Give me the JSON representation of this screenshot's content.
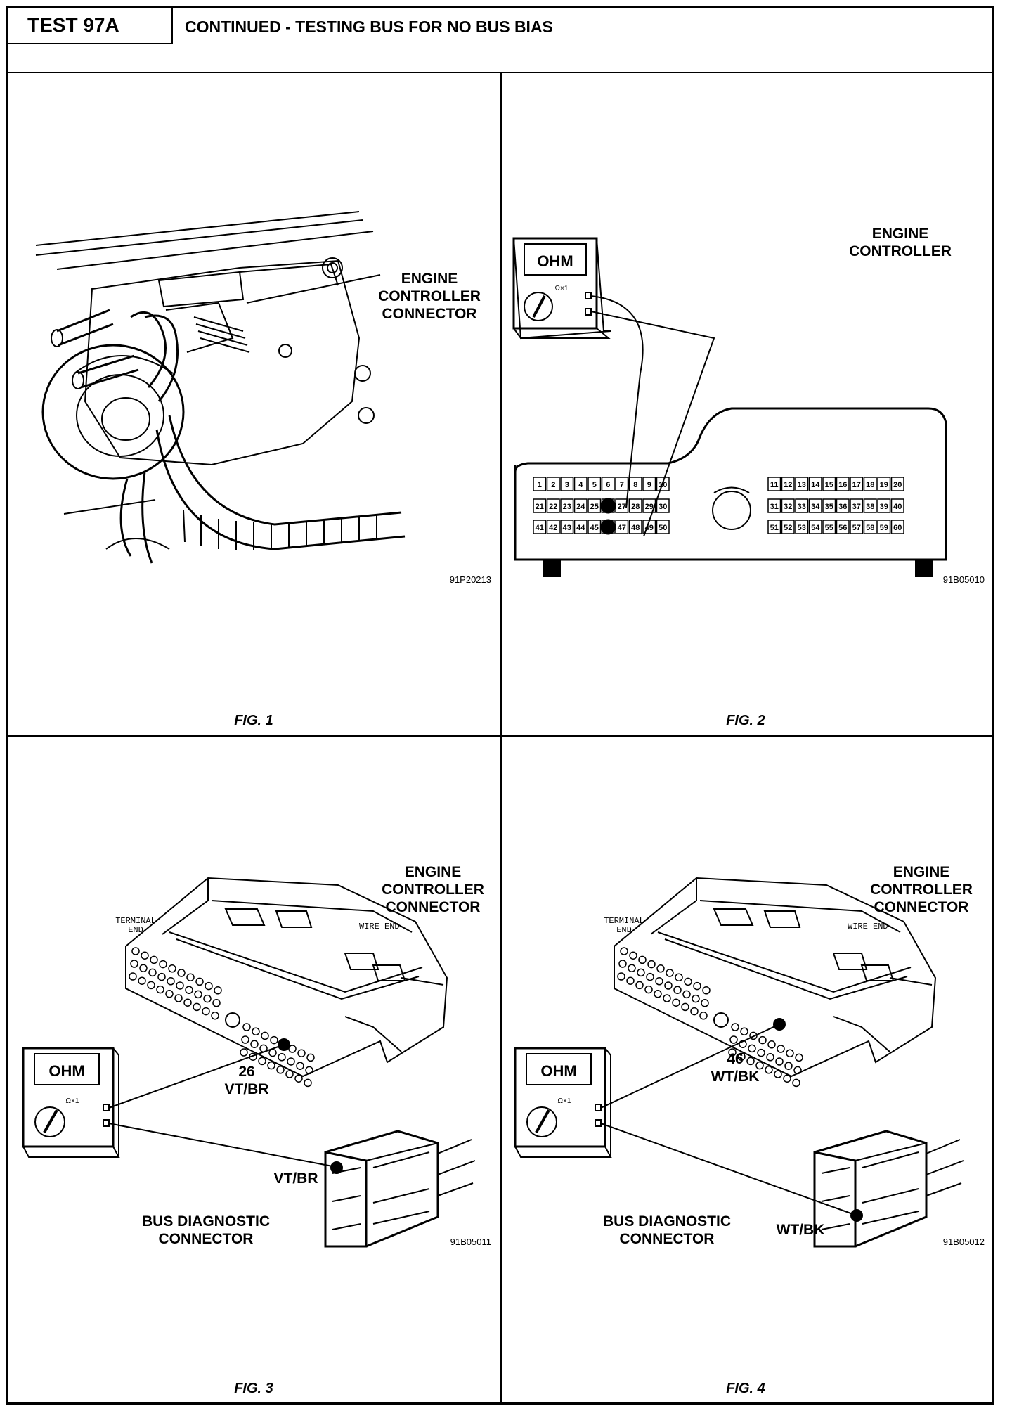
{
  "header": {
    "test_id": "TEST 97A",
    "title": "CONTINUED - TESTING BUS FOR NO BUS BIAS"
  },
  "fig1": {
    "caption": "FIG. 1",
    "label_lines": [
      "ENGINE",
      "CONTROLLER",
      "CONNECTOR"
    ],
    "code": "91P20213"
  },
  "fig2": {
    "caption": "FIG. 2",
    "label_lines": [
      "ENGINE",
      "CONTROLLER"
    ],
    "code": "91B05010",
    "meter_display": "OHM",
    "meter_range": "Ω×1",
    "pin_rows": [
      [
        "1",
        "2",
        "3",
        "4",
        "5",
        "6",
        "7",
        "8",
        "9",
        "10",
        "11",
        "12",
        "13",
        "14",
        "15",
        "16",
        "17",
        "18",
        "19",
        "20"
      ],
      [
        "21",
        "22",
        "23",
        "24",
        "25",
        "26",
        "27",
        "28",
        "29",
        "30",
        "31",
        "32",
        "33",
        "34",
        "35",
        "36",
        "37",
        "38",
        "39",
        "40"
      ],
      [
        "41",
        "42",
        "43",
        "44",
        "45",
        "46",
        "47",
        "48",
        "49",
        "50",
        "51",
        "52",
        "53",
        "54",
        "55",
        "56",
        "57",
        "58",
        "59",
        "60"
      ]
    ],
    "probed_pins": [
      "26",
      "46"
    ]
  },
  "fig3": {
    "caption": "FIG. 3",
    "label_lines": [
      "ENGINE",
      "CONTROLLER",
      "CONNECTOR"
    ],
    "terminal_end": [
      "TERMINAL",
      "END"
    ],
    "wire_end": "WIRE END",
    "meter_display": "OHM",
    "meter_range": "Ω×1",
    "pin_number": "26",
    "pin_wire": "VT/BR",
    "diag_wire": "VT/BR",
    "diag_label_lines": [
      "BUS DIAGNOSTIC",
      "CONNECTOR"
    ],
    "code": "91B05011"
  },
  "fig4": {
    "caption": "FIG. 4",
    "label_lines": [
      "ENGINE",
      "CONTROLLER",
      "CONNECTOR"
    ],
    "terminal_end": [
      "TERMINAL",
      "END"
    ],
    "wire_end": "WIRE END",
    "meter_display": "OHM",
    "meter_range": "Ω×1",
    "pin_number": "46",
    "pin_wire": "WT/BK",
    "diag_wire": "WT/BK",
    "diag_label_lines": [
      "BUS DIAGNOSTIC",
      "CONNECTOR"
    ],
    "code": "91B05012"
  }
}
